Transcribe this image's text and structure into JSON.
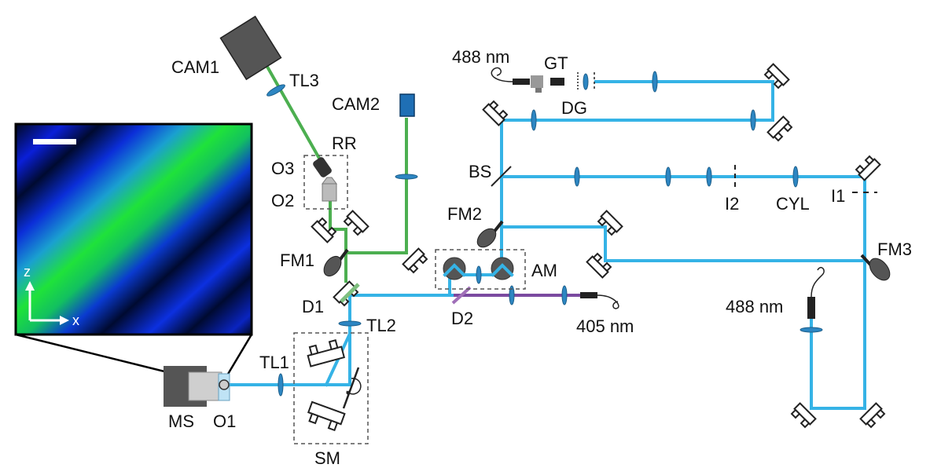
{
  "labels": {
    "cam1": "CAM1",
    "tl3": "TL3",
    "cam2": "CAM2",
    "rr": "RR",
    "o3": "O3",
    "o2": "O2",
    "fm1": "FM1",
    "d1": "D1",
    "tl2": "TL2",
    "tl1": "TL1",
    "ms": "MS",
    "o1": "O1",
    "sm": "SM",
    "d2": "D2",
    "am": "AM",
    "fm2": "FM2",
    "bs": "BS",
    "i2": "I2",
    "cyl": "CYL",
    "i1": "I1",
    "fm3": "FM3",
    "gt": "GT",
    "dg": "DG",
    "laser_top": "488 nm",
    "laser_right": "488 nm",
    "laser_405": "405 nm"
  },
  "inset": {
    "axis_z": "z",
    "axis_x": "x"
  },
  "colors": {
    "excitation_488": "#35b3e6",
    "detection": "#4caf50",
    "excitation_405": "#7b4aa0",
    "lens": "#2d86c2",
    "camera2": "#1f6fb5",
    "camera1": "#555555"
  }
}
